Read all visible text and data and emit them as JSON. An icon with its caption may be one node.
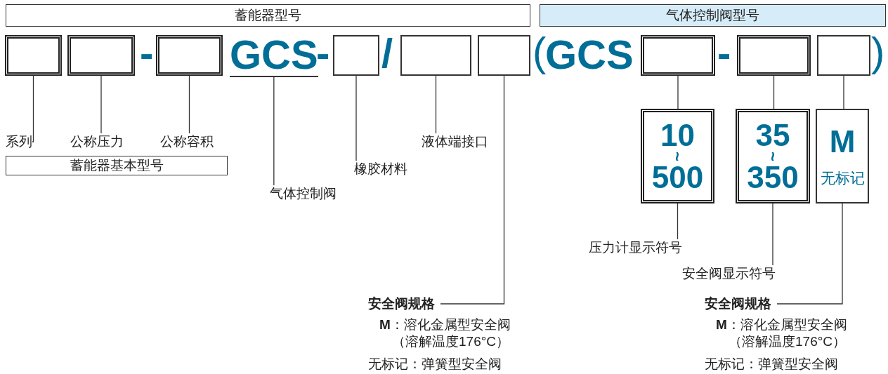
{
  "diagram": {
    "nodes": [
      {
        "text": [
          "蓄能器型号"
        ]
      },
      {
        "text": [
          "气体控制阀型号"
        ]
      },
      {
        "text": [],
        "shape": "box"
      },
      {
        "text": [],
        "shape": "box"
      },
      {
        "text": [],
        "shape": "box"
      },
      {
        "text": [
          "GCS"
        ]
      },
      {
        "text": [],
        "shape": "box"
      },
      {
        "text": [],
        "shape": "box"
      },
      {
        "text": [],
        "shape": "box"
      },
      {
        "text": [
          "GCS"
        ]
      },
      {
        "text": [],
        "shape": "box"
      },
      {
        "text": [],
        "shape": "box"
      },
      {
        "text": [],
        "shape": "box"
      },
      {
        "text": [
          "系列"
        ]
      },
      {
        "text": [
          "公称压力"
        ]
      },
      {
        "text": [
          "公称容积"
        ]
      },
      {
        "text": [
          "蓄能器基本型号"
        ]
      },
      {
        "text": [
          "气体控制阀"
        ]
      },
      {
        "text": [
          "橡胶材料"
        ]
      },
      {
        "text": [
          "液体端接口"
        ]
      },
      {
        "text": [
          "10",
          "~",
          "500"
        ]
      },
      {
        "text": [
          "35",
          "~",
          "350"
        ]
      },
      {
        "text": [
          "M",
          "无标记"
        ]
      },
      {
        "text": [
          "压力计显示符号"
        ]
      },
      {
        "text": [
          "安全阀显示符号"
        ]
      },
      {
        "text": [
          "安全阀规格"
        ]
      },
      {
        "text": [
          "安全阀规格"
        ]
      }
    ],
    "edges": [
      {
        "from": 2,
        "to": 13,
        "arrow": "none"
      },
      {
        "from": 3,
        "to": 14,
        "arrow": "none"
      },
      {
        "from": 4,
        "to": 15,
        "arrow": "none"
      },
      {
        "from": 5,
        "to": 17,
        "arrow": "none"
      },
      {
        "from": 6,
        "to": 18,
        "arrow": "none"
      },
      {
        "from": 7,
        "to": 19,
        "arrow": "none"
      },
      {
        "from": 8,
        "to": 25,
        "arrow": "none"
      },
      {
        "from": 10,
        "to": 20,
        "arrow": "none"
      },
      {
        "from": 11,
        "to": 21,
        "arrow": "none"
      },
      {
        "from": 12,
        "to": 22,
        "arrow": "none"
      },
      {
        "from": 20,
        "to": 23,
        "arrow": "none"
      },
      {
        "from": 21,
        "to": 24,
        "arrow": "none"
      },
      {
        "from": 22,
        "to": 26,
        "arrow": "none"
      }
    ],
    "labels": [
      "-",
      "-",
      "/",
      "(",
      "-",
      ")",
      "**M**：溶化金属型安全阀",
      "（溶解温度176°C）",
      "无标记：弹簧型安全阀",
      "**M**：溶化金属型安全阀",
      "（溶解温度176°C）",
      "无标记：弹簧型安全阀"
    ]
  }
}
